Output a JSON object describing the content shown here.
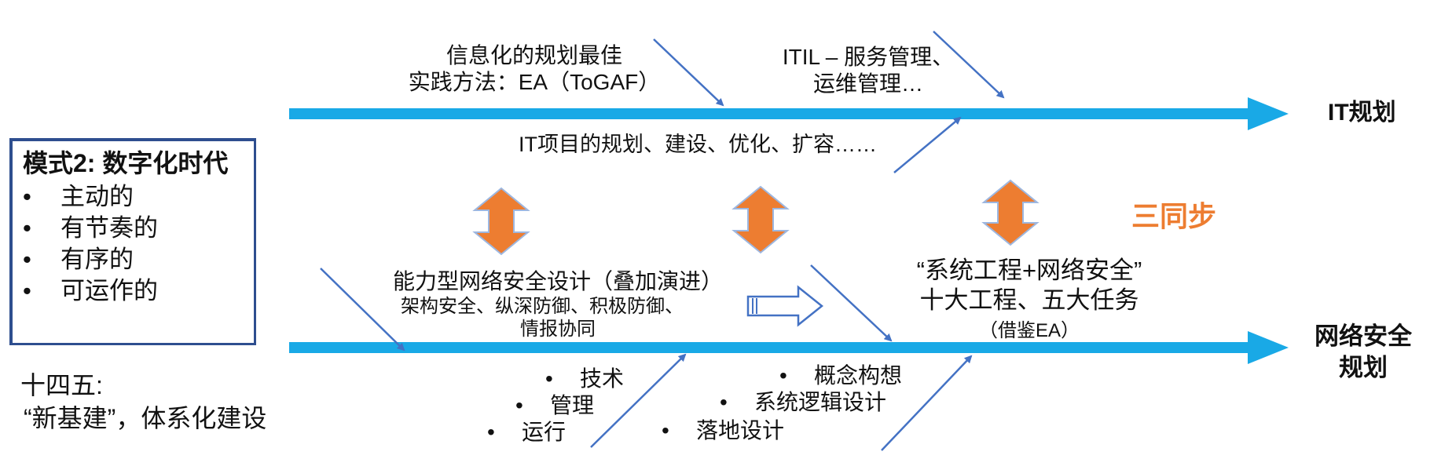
{
  "mode_box": {
    "title": "模式2: 数字化时代",
    "bullet": "•",
    "items": [
      "主动的",
      "有节奏的",
      "有序的",
      "可运作的"
    ]
  },
  "fourteenth_plan": {
    "line1": "十四五:",
    "line2": "“新基建”，体系化建设"
  },
  "it_axis": {
    "label": "IT规划",
    "top_notes": {
      "ea_line1": "信息化的规划最佳",
      "ea_line2": "实践方法：EA（ToGAF）",
      "itil_line1": "ITIL – 服务管理、",
      "itil_line2": "运维管理…"
    },
    "bottom_note": "IT项目的规划、建设、优化、扩容……"
  },
  "security_axis": {
    "label_line1": "网络安全",
    "label_line2": "规划",
    "capability": {
      "line1": "能力型网络安全设计（叠加演进）",
      "line2": "架构安全、纵深防御、积极防御、",
      "line3": "情报协同"
    },
    "system_engineering": {
      "line1": "“系统工程+网络安全”",
      "line2": "十大工程、五大任务",
      "line3": "（借鉴EA）"
    },
    "bottom_list_a": [
      "技术",
      "管理",
      "运行"
    ],
    "bottom_list_b": [
      "概念构想",
      "系统逻辑设计",
      "落地设计"
    ]
  },
  "sync_label": "三同步",
  "colors": {
    "axis": "#19A9E6",
    "diagonal": "#4472C4",
    "double_arrow": "#ED7D31",
    "sync_text": "#ED7D31",
    "box_border": "#2E4E8F"
  }
}
